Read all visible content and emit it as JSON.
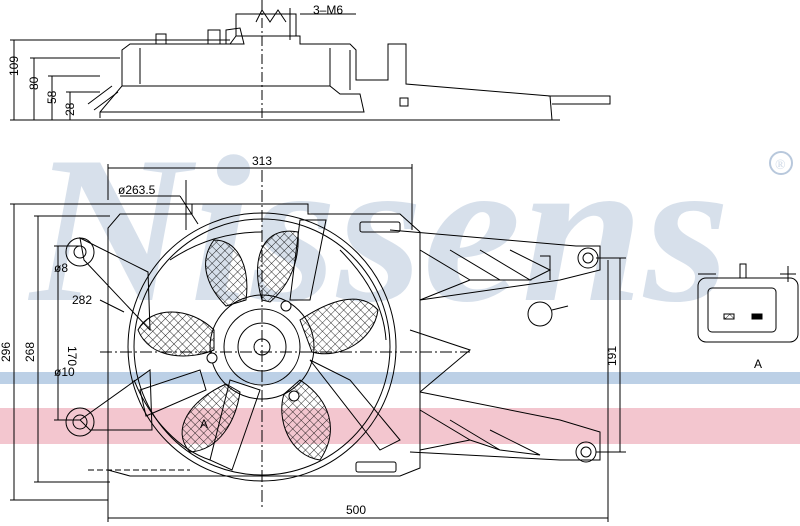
{
  "watermark": {
    "text": "Nissens",
    "registered": "®"
  },
  "colors": {
    "line": "#000000",
    "watermark": "#b8c8dc",
    "stripe_blue": "#bcd0e6",
    "stripe_red": "#f3c6cf"
  },
  "side_view": {
    "callout": "3–M6",
    "dims": {
      "total_height": "109",
      "h80": "80",
      "h58": "58",
      "h28": "28"
    }
  },
  "front_view": {
    "dims": {
      "shroud_width": "313",
      "fan_diameter": "ø263.5",
      "hole_small": "ø8",
      "shroud_height": "282",
      "hole_spacing": "170",
      "total_height": "296",
      "frame_height": "268",
      "hole_large": "ø10",
      "bracket_span": "191",
      "total_width": "500"
    },
    "section_marker": "A"
  },
  "connector": {
    "minus": "−",
    "plus": "+",
    "label": "A"
  }
}
